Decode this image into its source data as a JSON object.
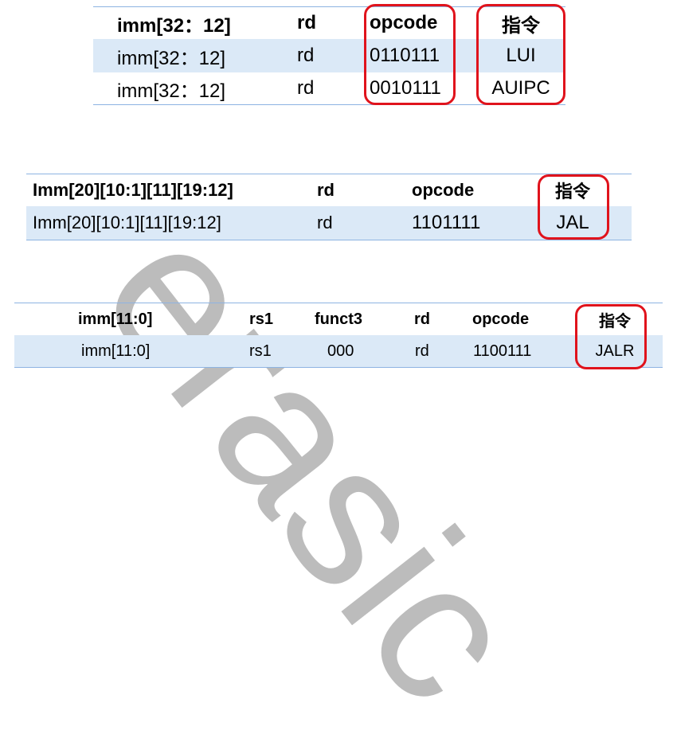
{
  "table1": {
    "headers": [
      "imm[32：12]",
      "rd",
      "opcode",
      "指令"
    ],
    "rows": [
      [
        "imm[32：12]",
        "rd",
        "0110111",
        "LUI"
      ],
      [
        "imm[32：12]",
        "rd",
        "0010111",
        "AUIPC"
      ]
    ]
  },
  "table2": {
    "headers": [
      "Imm[20][10:1][11][19:12]",
      "rd",
      "opcode",
      "指令"
    ],
    "rows": [
      [
        "Imm[20][10:1][11][19:12]",
        "rd",
        "1101111",
        "JAL"
      ]
    ]
  },
  "table3": {
    "headers": [
      "imm[11:0]",
      "rs1",
      "funct3",
      "rd",
      "opcode",
      "指令"
    ],
    "rows": [
      [
        "imm[11:0]",
        "rs1",
        "000",
        "rd",
        "1100111",
        "JALR"
      ]
    ]
  },
  "watermark": "erasic",
  "colors": {
    "highlight": "#e0131c",
    "row_shade": "#dbe9f7",
    "rule": "#8db3e2"
  }
}
